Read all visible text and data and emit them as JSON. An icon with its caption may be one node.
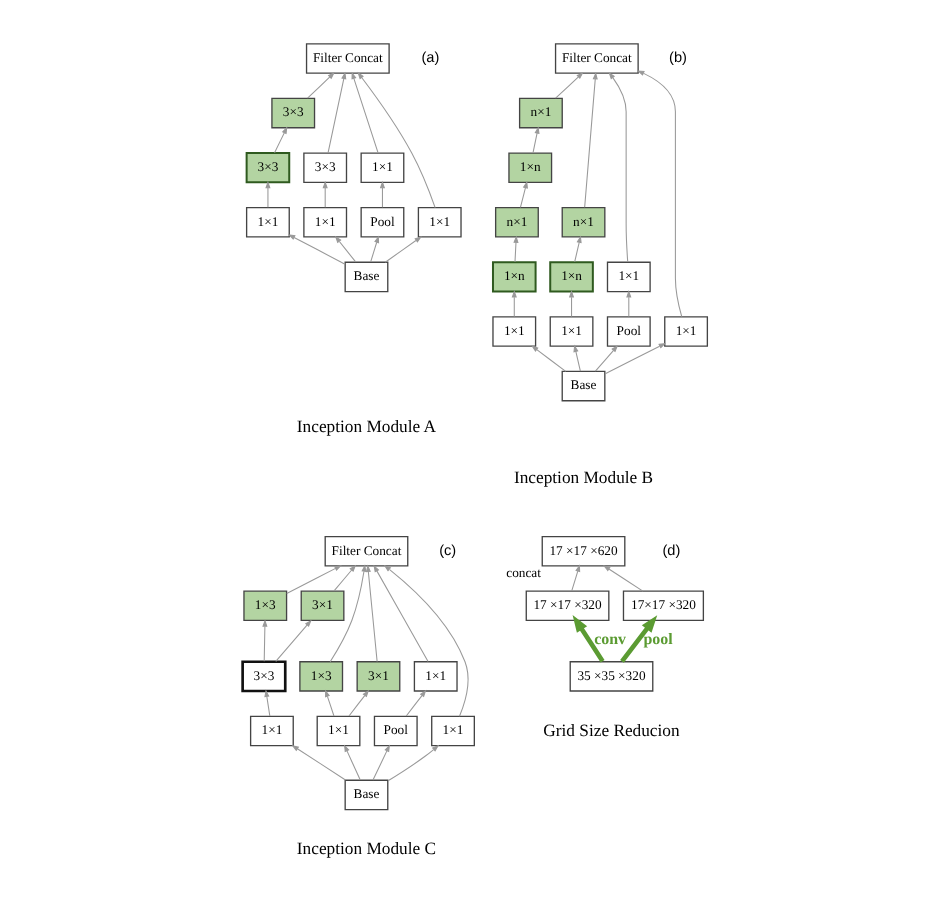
{
  "diagram": {
    "nodes": [
      {
        "text": [
          "Filter Concat"
        ]
      },
      {
        "text": [
          "3×3"
        ]
      },
      {
        "text": [
          "3×3"
        ]
      },
      {
        "text": [
          "3×3"
        ]
      },
      {
        "text": [
          "1×1"
        ]
      },
      {
        "text": [
          "1×1"
        ]
      },
      {
        "text": [
          "1×1"
        ]
      },
      {
        "text": [
          "Pool"
        ]
      },
      {
        "text": [
          "1×1"
        ]
      },
      {
        "text": [
          "Base"
        ]
      },
      {
        "text": [
          "Filter Concat"
        ]
      },
      {
        "text": [
          "n×1"
        ]
      },
      {
        "text": [
          "1×n"
        ]
      },
      {
        "text": [
          "n×1"
        ]
      },
      {
        "text": [
          "n×1"
        ]
      },
      {
        "text": [
          "1×n"
        ]
      },
      {
        "text": [
          "1×n"
        ]
      },
      {
        "text": [
          "1×1"
        ]
      },
      {
        "text": [
          "1×1"
        ]
      },
      {
        "text": [
          "1×1"
        ]
      },
      {
        "text": [
          "Pool"
        ]
      },
      {
        "text": [
          "1×1"
        ]
      },
      {
        "text": [
          "Base"
        ]
      },
      {
        "text": [
          "Filter Concat"
        ]
      },
      {
        "text": [
          "1×3"
        ]
      },
      {
        "text": [
          "3×1"
        ]
      },
      {
        "text": [
          "3×3"
        ]
      },
      {
        "text": [
          "1×3"
        ]
      },
      {
        "text": [
          "3×1"
        ]
      },
      {
        "text": [
          "1×1"
        ]
      },
      {
        "text": [
          "1×1"
        ]
      },
      {
        "text": [
          "1×1"
        ]
      },
      {
        "text": [
          "Pool"
        ]
      },
      {
        "text": [
          "1×1"
        ]
      },
      {
        "text": [
          "Base"
        ]
      },
      {
        "text": [
          "17 ×17 ×620"
        ],
        "beside": [
          "concat"
        ]
      },
      {
        "text": [
          "17 ×17 ×320"
        ]
      },
      {
        "text": [
          "17×17 ×320"
        ]
      },
      {
        "text": [
          "35 ×35 ×320"
        ]
      }
    ],
    "edges": [
      {
        "from": 9,
        "to": 5,
        "arrow": "to"
      },
      {
        "from": 9,
        "to": 6,
        "arrow": "to"
      },
      {
        "from": 9,
        "to": 7,
        "arrow": "to"
      },
      {
        "from": 9,
        "to": 8,
        "arrow": "to"
      },
      {
        "from": 5,
        "to": 2,
        "arrow": "to"
      },
      {
        "from": 2,
        "to": 1,
        "arrow": "to"
      },
      {
        "from": 6,
        "to": 3,
        "arrow": "to"
      },
      {
        "from": 7,
        "to": 4,
        "arrow": "to"
      },
      {
        "from": 1,
        "to": 0,
        "arrow": "to"
      },
      {
        "from": 3,
        "to": 0,
        "arrow": "to"
      },
      {
        "from": 4,
        "to": 0,
        "arrow": "to"
      },
      {
        "from": 8,
        "to": 0,
        "arrow": "to"
      },
      {
        "from": 22,
        "to": 18,
        "arrow": "to"
      },
      {
        "from": 22,
        "to": 19,
        "arrow": "to"
      },
      {
        "from": 22,
        "to": 20,
        "arrow": "to"
      },
      {
        "from": 22,
        "to": 21,
        "arrow": "to"
      },
      {
        "from": 18,
        "to": 15,
        "arrow": "to"
      },
      {
        "from": 15,
        "to": 13,
        "arrow": "to"
      },
      {
        "from": 13,
        "to": 12,
        "arrow": "to"
      },
      {
        "from": 12,
        "to": 11,
        "arrow": "to"
      },
      {
        "from": 19,
        "to": 16,
        "arrow": "to"
      },
      {
        "from": 16,
        "to": 14,
        "arrow": "to"
      },
      {
        "from": 20,
        "to": 17,
        "arrow": "to"
      },
      {
        "from": 11,
        "to": 10,
        "arrow": "to"
      },
      {
        "from": 14,
        "to": 10,
        "arrow": "to"
      },
      {
        "from": 17,
        "to": 10,
        "arrow": "to"
      },
      {
        "from": 21,
        "to": 10,
        "arrow": "to"
      },
      {
        "from": 34,
        "to": 30,
        "arrow": "to"
      },
      {
        "from": 34,
        "to": 31,
        "arrow": "to"
      },
      {
        "from": 34,
        "to": 32,
        "arrow": "to"
      },
      {
        "from": 34,
        "to": 33,
        "arrow": "to"
      },
      {
        "from": 30,
        "to": 26,
        "arrow": "to"
      },
      {
        "from": 26,
        "to": 24,
        "arrow": "to"
      },
      {
        "from": 26,
        "to": 25,
        "arrow": "to"
      },
      {
        "from": 31,
        "to": 27,
        "arrow": "to"
      },
      {
        "from": 31,
        "to": 28,
        "arrow": "to"
      },
      {
        "from": 32,
        "to": 29,
        "arrow": "to"
      },
      {
        "from": 24,
        "to": 23,
        "arrow": "to"
      },
      {
        "from": 25,
        "to": 23,
        "arrow": "to"
      },
      {
        "from": 27,
        "to": 23,
        "arrow": "to"
      },
      {
        "from": 28,
        "to": 23,
        "arrow": "to"
      },
      {
        "from": 29,
        "to": 23,
        "arrow": "to"
      },
      {
        "from": 33,
        "to": 23,
        "arrow": "to"
      },
      {
        "from": 36,
        "to": 35,
        "arrow": "to"
      },
      {
        "from": 37,
        "to": 35,
        "arrow": "to"
      },
      {
        "from": 38,
        "to": 36,
        "arrow": "to",
        "label": "conv",
        "style": "thick",
        "color": "#5b9b32"
      },
      {
        "from": 38,
        "to": 37,
        "arrow": "to",
        "label": "pool",
        "style": "thick",
        "color": "#5b9b32"
      }
    ],
    "labels": [
      "(a)",
      "(b)",
      "Inception Module A",
      "Inception Module B",
      "(c)",
      "(d)",
      "Inception Module C",
      "Grid Size Reducion"
    ]
  }
}
